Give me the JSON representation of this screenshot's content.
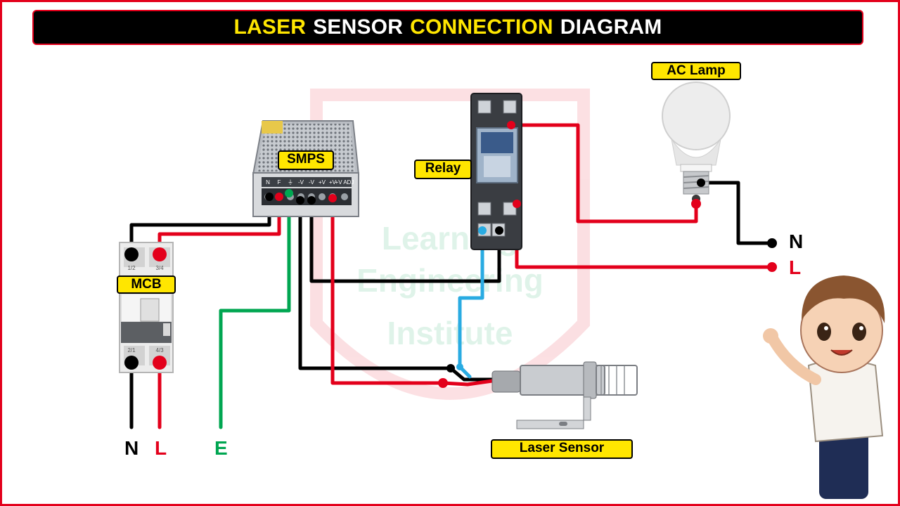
{
  "title": {
    "word1": "LASER",
    "word2": "SENSOR",
    "word3": "CONNECTION",
    "word4": "DIAGRAM",
    "color_yellow": "#ffe600",
    "color_white": "#ffffff"
  },
  "labels": {
    "smps": "SMPS",
    "relay": "Relay",
    "ac_lamp": "AC Lamp",
    "mcb": "MCB",
    "laser_sensor": "Laser Sensor"
  },
  "smps_terminals": [
    "N",
    "F",
    "⏚",
    "-V",
    "-V",
    "+V",
    "+V",
    "+V ADJ"
  ],
  "mcb_terminals": {
    "top_left": "1/2",
    "top_right": "3/4",
    "bottom_left": "2/1",
    "bottom_right": "4/3"
  },
  "supply_terminals": {
    "n": "N",
    "l": "L",
    "e": "E"
  },
  "lamp_terminals": {
    "n": "N",
    "l": "L"
  },
  "watermark": {
    "line1": "Learning",
    "line2": "Engineering",
    "line3": "Institute"
  },
  "colors": {
    "frame": "#e3001b",
    "wire_black": "#000000",
    "wire_red": "#e3001b",
    "wire_green": "#00a651",
    "wire_blue": "#29abe2",
    "tag_yellow": "#ffe600"
  }
}
